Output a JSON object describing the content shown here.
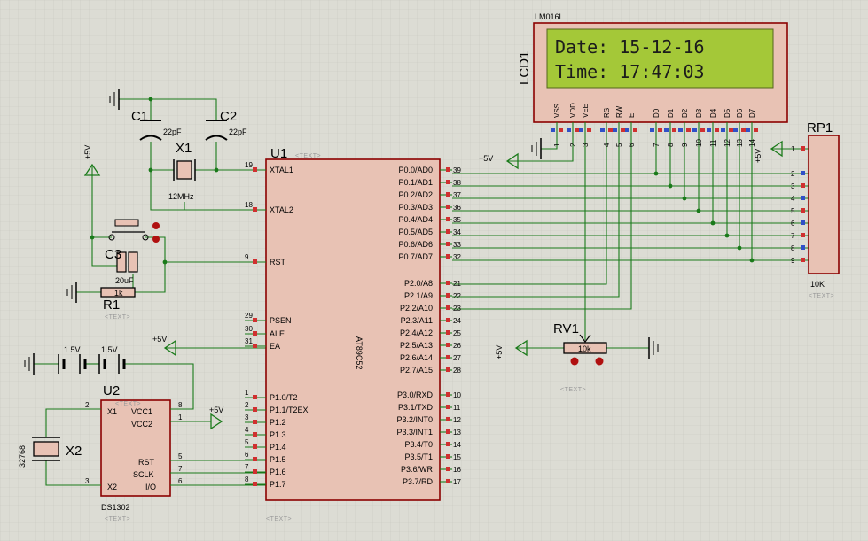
{
  "u1": {
    "ref": "U1",
    "part": "AT89C52",
    "left_pins": [
      {
        "num": "19",
        "name": "XTAL1"
      },
      {
        "num": "18",
        "name": "XTAL2"
      },
      {
        "num": "9",
        "name": "RST"
      },
      {
        "num": "29",
        "name": "PSEN"
      },
      {
        "num": "30",
        "name": "ALE"
      },
      {
        "num": "31",
        "name": "EA"
      },
      {
        "num": "1",
        "name": "P1.0/T2"
      },
      {
        "num": "2",
        "name": "P1.1/T2EX"
      },
      {
        "num": "3",
        "name": "P1.2"
      },
      {
        "num": "4",
        "name": "P1.3"
      },
      {
        "num": "5",
        "name": "P1.4"
      },
      {
        "num": "6",
        "name": "P1.5"
      },
      {
        "num": "7",
        "name": "P1.6"
      },
      {
        "num": "8",
        "name": "P1.7"
      }
    ],
    "right_pins": [
      {
        "num": "39",
        "name": "P0.0/AD0"
      },
      {
        "num": "38",
        "name": "P0.1/AD1"
      },
      {
        "num": "37",
        "name": "P0.2/AD2"
      },
      {
        "num": "36",
        "name": "P0.3/AD3"
      },
      {
        "num": "35",
        "name": "P0.4/AD4"
      },
      {
        "num": "34",
        "name": "P0.5/AD5"
      },
      {
        "num": "33",
        "name": "P0.6/AD6"
      },
      {
        "num": "32",
        "name": "P0.7/AD7"
      },
      {
        "num": "21",
        "name": "P2.0/A8"
      },
      {
        "num": "22",
        "name": "P2.1/A9"
      },
      {
        "num": "23",
        "name": "P2.2/A10"
      },
      {
        "num": "24",
        "name": "P2.3/A11"
      },
      {
        "num": "25",
        "name": "P2.4/A12"
      },
      {
        "num": "26",
        "name": "P2.5/A13"
      },
      {
        "num": "27",
        "name": "P2.6/A14"
      },
      {
        "num": "28",
        "name": "P2.7/A15"
      },
      {
        "num": "10",
        "name": "P3.0/RXD"
      },
      {
        "num": "11",
        "name": "P3.1/TXD"
      },
      {
        "num": "12",
        "name": "P3.2/INT0"
      },
      {
        "num": "13",
        "name": "P3.3/INT1"
      },
      {
        "num": "14",
        "name": "P3.4/T0"
      },
      {
        "num": "15",
        "name": "P3.5/T1"
      },
      {
        "num": "16",
        "name": "P3.6/WR"
      },
      {
        "num": "17",
        "name": "P3.7/RD"
      }
    ]
  },
  "lcd": {
    "ref": "LCD1",
    "part": "LM016L",
    "line1": "Date: 15-12-16",
    "line2": "Time: 17:47:03",
    "pins": [
      {
        "name": "VSS",
        "num": "1"
      },
      {
        "name": "VDD",
        "num": "2"
      },
      {
        "name": "VEE",
        "num": "3"
      },
      {
        "name": "RS",
        "num": "4"
      },
      {
        "name": "RW",
        "num": "5"
      },
      {
        "name": "E",
        "num": "6"
      },
      {
        "name": "D0",
        "num": "7"
      },
      {
        "name": "D1",
        "num": "8"
      },
      {
        "name": "D2",
        "num": "9"
      },
      {
        "name": "D3",
        "num": "10"
      },
      {
        "name": "D4",
        "num": "11"
      },
      {
        "name": "D5",
        "num": "12"
      },
      {
        "name": "D6",
        "num": "13"
      },
      {
        "name": "D7",
        "num": "14"
      }
    ]
  },
  "rp1": {
    "ref": "RP1",
    "value": "10K",
    "pins": [
      "1",
      "2",
      "3",
      "4",
      "5",
      "6",
      "7",
      "8",
      "9"
    ]
  },
  "u2": {
    "ref": "U2",
    "part": "DS1302",
    "pins": [
      {
        "num": "2",
        "name": "X1"
      },
      {
        "num": "3",
        "name": "X2"
      },
      {
        "num": "8",
        "name": "VCC1"
      },
      {
        "num": "1",
        "name": "VCC2"
      },
      {
        "num": "5",
        "name": "RST"
      },
      {
        "num": "7",
        "name": "SCLK"
      },
      {
        "num": "6",
        "name": "I/O"
      }
    ]
  },
  "c1": {
    "ref": "C1",
    "value": "22pF"
  },
  "c2": {
    "ref": "C2",
    "value": "22pF"
  },
  "c3": {
    "ref": "C3",
    "value": "20uF"
  },
  "x1": {
    "ref": "X1",
    "value": "12MHz"
  },
  "x2": {
    "ref": "X2",
    "value": "32768"
  },
  "r1": {
    "ref": "R1",
    "value": "1k"
  },
  "rv1": {
    "ref": "RV1",
    "value": "10k"
  },
  "batteries": [
    {
      "value": "1.5V"
    },
    {
      "value": "1.5V"
    }
  ],
  "supply_label": "+5V",
  "placeholder": "<TEXT>"
}
